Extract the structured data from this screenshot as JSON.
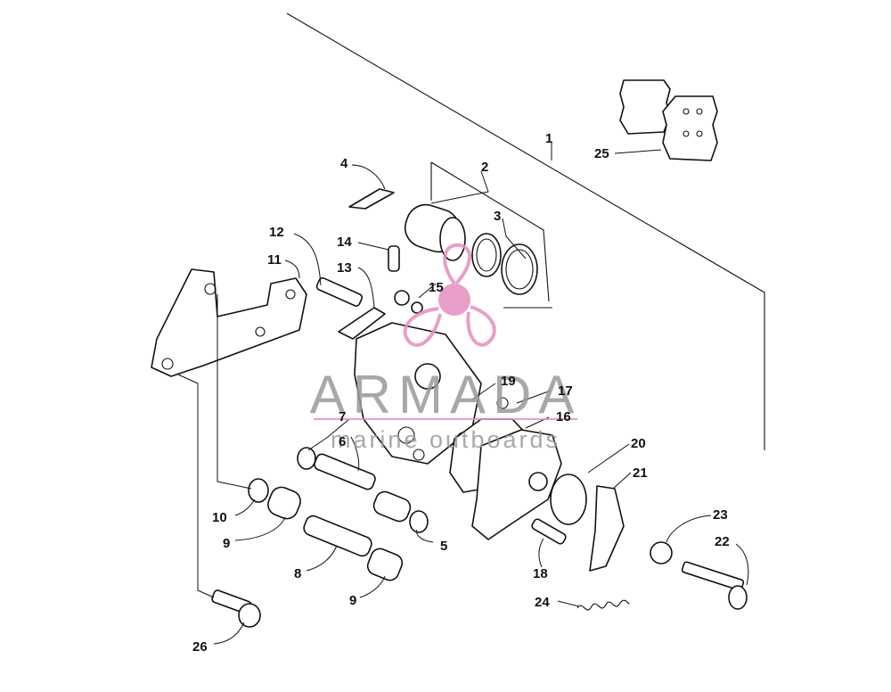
{
  "callouts": [
    {
      "id": "c1",
      "label": "1"
    },
    {
      "id": "c2",
      "label": "2"
    },
    {
      "id": "c3",
      "label": "3"
    },
    {
      "id": "c4",
      "label": "4"
    },
    {
      "id": "c5",
      "label": "5"
    },
    {
      "id": "c6",
      "label": "6"
    },
    {
      "id": "c7",
      "label": "7"
    },
    {
      "id": "c8",
      "label": "8"
    },
    {
      "id": "c9a",
      "label": "9"
    },
    {
      "id": "c9b",
      "label": "9"
    },
    {
      "id": "c10",
      "label": "10"
    },
    {
      "id": "c11",
      "label": "11"
    },
    {
      "id": "c12",
      "label": "12"
    },
    {
      "id": "c13",
      "label": "13"
    },
    {
      "id": "c14",
      "label": "14"
    },
    {
      "id": "c15",
      "label": "15"
    },
    {
      "id": "c16",
      "label": "16"
    },
    {
      "id": "c17",
      "label": "17"
    },
    {
      "id": "c18",
      "label": "18"
    },
    {
      "id": "c19",
      "label": "19"
    },
    {
      "id": "c20",
      "label": "20"
    },
    {
      "id": "c21",
      "label": "21"
    },
    {
      "id": "c22",
      "label": "22"
    },
    {
      "id": "c23",
      "label": "23"
    },
    {
      "id": "c24",
      "label": "24"
    },
    {
      "id": "c25",
      "label": "25"
    },
    {
      "id": "c26",
      "label": "26"
    }
  ],
  "watermark": {
    "brand": "ARMADA",
    "tagline": "marine outboards",
    "color": "#e48fc0"
  }
}
